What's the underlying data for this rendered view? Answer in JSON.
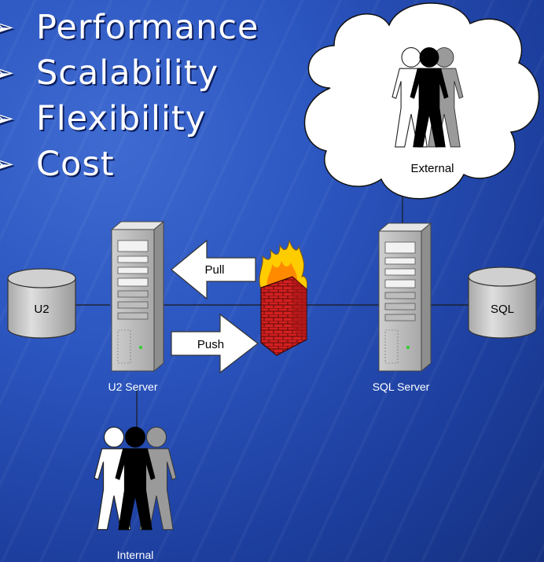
{
  "bullets": [
    {
      "label": "Performance",
      "icon": "arrow-bullet-icon"
    },
    {
      "label": "Scalability",
      "icon": "arrow-bullet-icon"
    },
    {
      "label": "Flexibility",
      "icon": "arrow-bullet-icon"
    },
    {
      "label": "Cost",
      "icon": "arrow-bullet-icon"
    }
  ],
  "diagram": {
    "u2_db": "U2",
    "sql_db": "SQL",
    "u2_server": "U2 Server",
    "sql_server": "SQL Server",
    "pull": "Pull",
    "push": "Push",
    "external": "External",
    "internal": "Internal"
  },
  "colors": {
    "background": "#2c56c0",
    "db": "#c0c0c0",
    "firewall_brick": "#d81e1e",
    "flame": "#ffcc00",
    "arrow_fill": "#ffffff"
  }
}
